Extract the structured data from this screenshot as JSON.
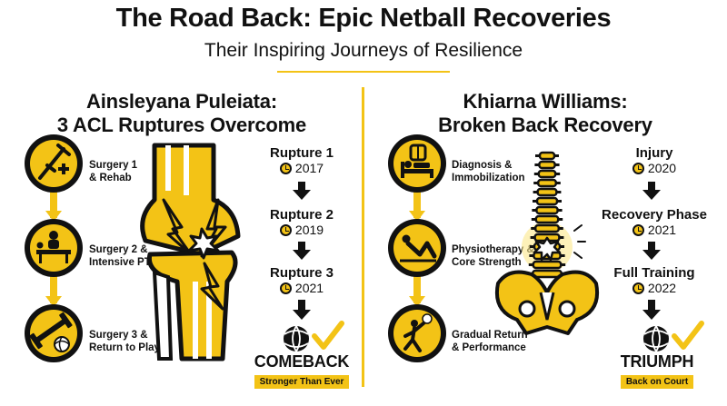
{
  "header": {
    "title": "The Road Back: Epic Netball Recoveries",
    "subtitle": "Their Inspiring Journeys of Resilience"
  },
  "left": {
    "heading_line1": "Ainsleyana Puleiata:",
    "heading_line2": "3 ACL Ruptures Overcome",
    "steps": [
      {
        "line1": "Surgery 1",
        "line2": "& Rehab",
        "icon": "crutch-icon"
      },
      {
        "line1": "Surgery 2 &",
        "line2": "Intensive PT",
        "icon": "physio-table-icon"
      },
      {
        "line1": "Surgery 3 &",
        "line2": "Return to Play",
        "icon": "dumbbell-ball-icon"
      }
    ],
    "timeline": [
      {
        "label": "Rupture 1",
        "year": "2017"
      },
      {
        "label": "Rupture 2",
        "year": "2019"
      },
      {
        "label": "Rupture 3",
        "year": "2021"
      }
    ],
    "outcome": "COMEBACK",
    "outcome_tag": "Stronger Than Ever"
  },
  "right": {
    "heading_line1": "Khiarna Williams:",
    "heading_line2": "Broken Back Recovery",
    "steps": [
      {
        "line1": "Diagnosis &",
        "line2": "Immobilization",
        "icon": "bed-brace-icon"
      },
      {
        "line1": "Physiotherapy &",
        "line2": "Core Strength",
        "icon": "situp-icon"
      },
      {
        "line1": "Gradual Return",
        "line2": "& Performance",
        "icon": "netball-player-icon"
      }
    ],
    "timeline": [
      {
        "label": "Injury",
        "year": "2020"
      },
      {
        "label": "Recovery Phase",
        "year": "2021"
      },
      {
        "label": "Full Training",
        "year": "2022"
      }
    ],
    "outcome": "TRIUMPH",
    "outcome_tag": "Back on Court"
  },
  "colors": {
    "accent": "#f3c316",
    "ink": "#111111"
  }
}
